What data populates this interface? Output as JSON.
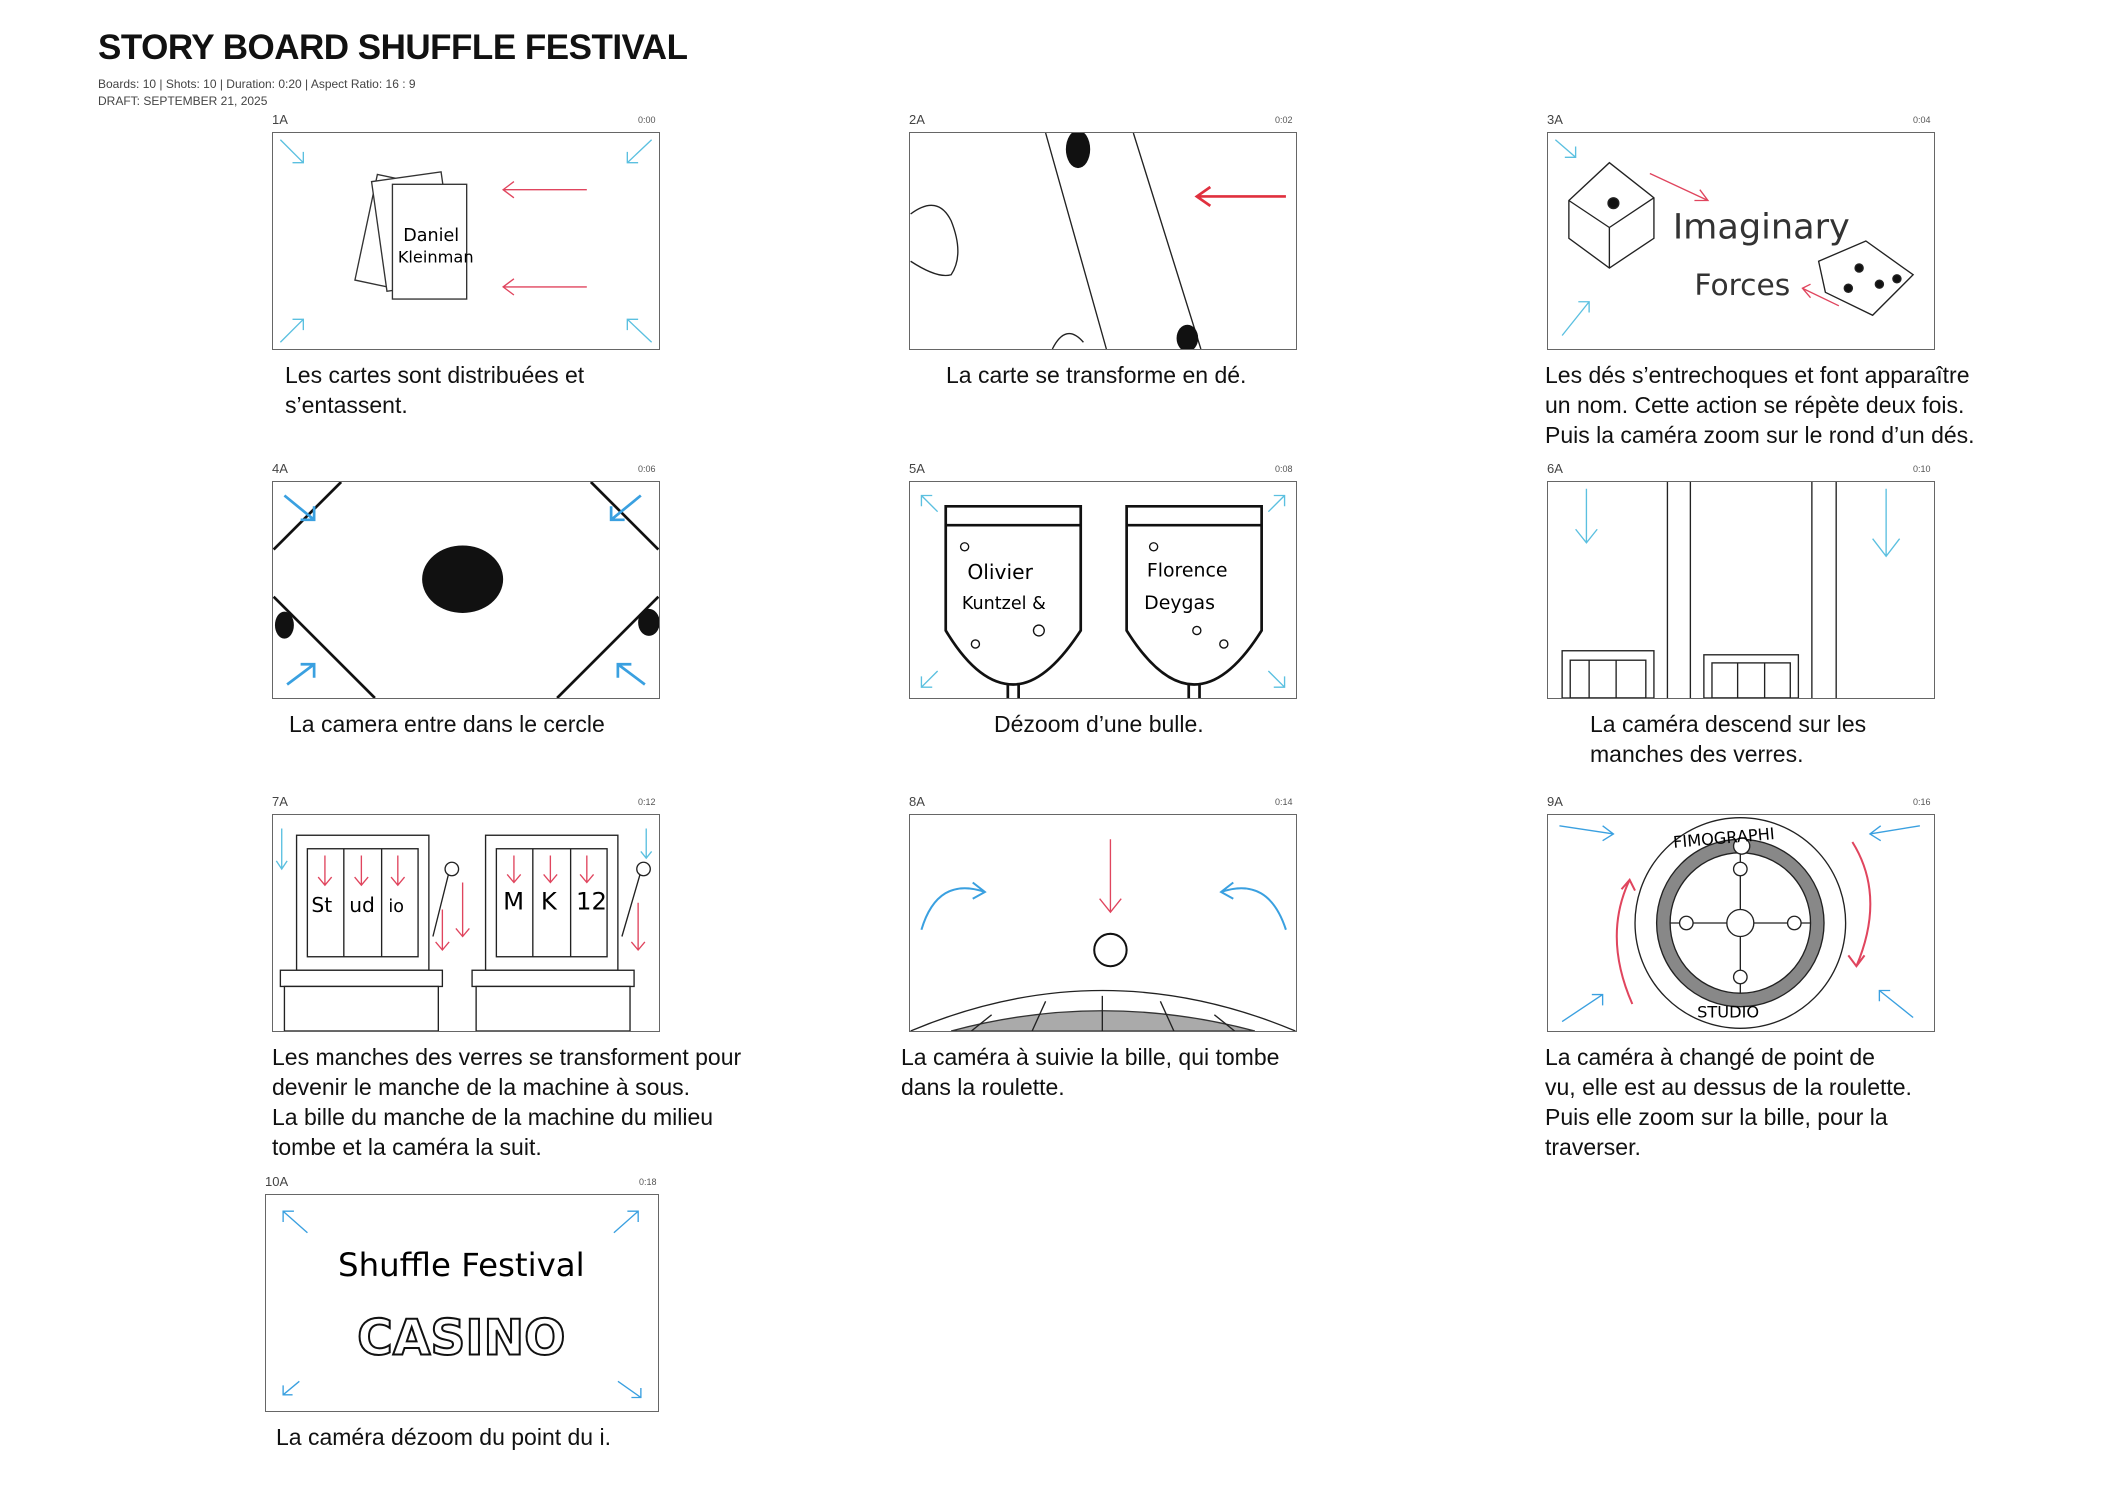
{
  "header": {
    "title": "STORY BOARD SHUFFLE FESTIVAL",
    "meta_line": "Boards: 10  |  Shots: 10  |  Duration: 0:20  |  Aspect Ratio: 16 : 9",
    "draft": "DRAFT: SEPTEMBER 21, 2025"
  },
  "colors": {
    "arrow_blue": "#5bc0e0",
    "arrow_red": "#e0455e",
    "ink": "#111111"
  },
  "boards": [
    {
      "id": "1A",
      "time": "0:00",
      "sketch_text": [
        "Daniel",
        "Kleinman"
      ],
      "caption": [
        "Les cartes sont distribuées et",
        "s’entassent."
      ]
    },
    {
      "id": "2A",
      "time": "0:02",
      "sketch_text": [],
      "caption": [
        "La carte se transforme en dé."
      ]
    },
    {
      "id": "3A",
      "time": "0:04",
      "sketch_text": [
        "Imaginary",
        "Forces"
      ],
      "caption": [
        "Les dés s’entrechoques et font apparaître",
        "un nom. Cette action se répète deux fois.",
        "Puis la caméra zoom sur le rond d’un dés."
      ]
    },
    {
      "id": "4A",
      "time": "0:06",
      "sketch_text": [],
      "caption": [
        "La camera entre dans le cercle"
      ]
    },
    {
      "id": "5A",
      "time": "0:08",
      "sketch_text": [
        "Olivier",
        "Kuntzel &",
        "Florence",
        "Deygas"
      ],
      "caption": [
        "Dézoom d’une bulle."
      ]
    },
    {
      "id": "6A",
      "time": "0:10",
      "sketch_text": [],
      "caption": [
        "La caméra descend sur les",
        "manches des verres."
      ]
    },
    {
      "id": "7A",
      "time": "0:12",
      "sketch_text": [
        "St",
        "ud",
        "io",
        "M",
        "K",
        "12"
      ],
      "caption": [
        "Les manches des verres se transforment pour",
        "devenir le manche de la machine à sous.",
        "La bille du manche de la machine du milieu",
        "tombe et la caméra la suit."
      ]
    },
    {
      "id": "8A",
      "time": "0:14",
      "sketch_text": [],
      "caption": [
        "La caméra à suivie la bille, qui tombe",
        "dans la roulette."
      ]
    },
    {
      "id": "9A",
      "time": "0:16",
      "sketch_text": [
        "FIMOGRAPHI",
        "STUDIO"
      ],
      "caption": [
        "La caméra à changé de point de",
        "vu, elle est au dessus de la roulette.",
        "Puis elle zoom sur la bille, pour la",
        "traverser."
      ]
    },
    {
      "id": "10A",
      "time": "0:18",
      "sketch_text": [
        "Shuffle Festival",
        "CASINO"
      ],
      "caption": [
        "La caméra dézoom du point du i."
      ]
    }
  ]
}
